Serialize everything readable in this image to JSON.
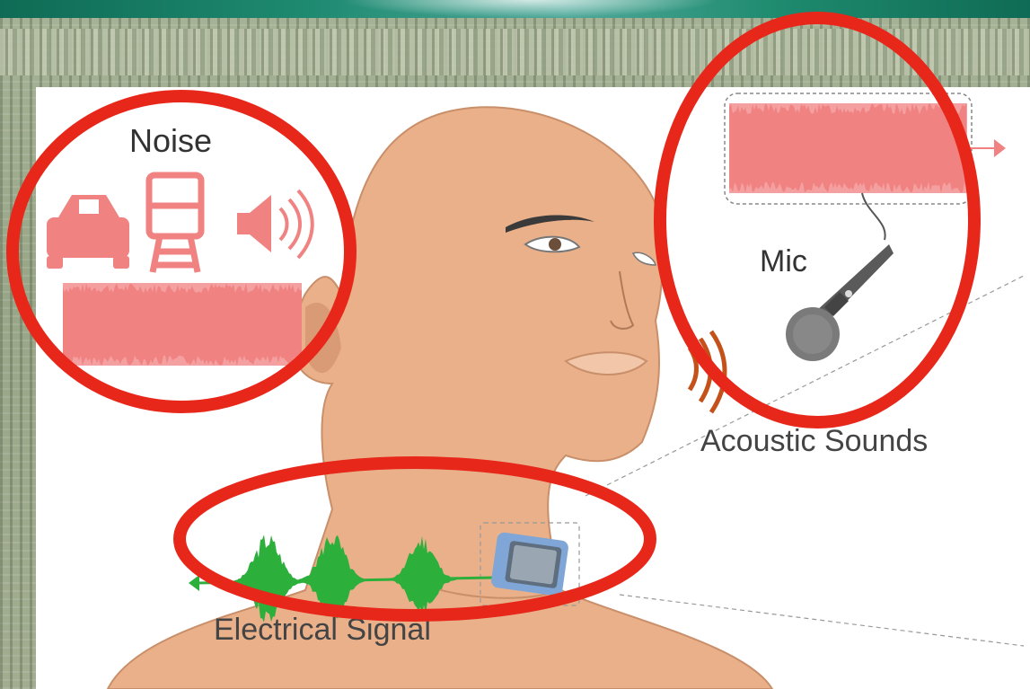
{
  "labels": {
    "noise": "Noise",
    "mic": "Mic",
    "acoustic_sounds": "Acoustic Sounds",
    "electrical_signal": "Electrical Signal"
  },
  "icons": [
    "car-icon",
    "train-icon",
    "speaker-icon",
    "microphone-icon",
    "sensor-patch-icon"
  ],
  "colors": {
    "highlight_circle": "#e8271b",
    "noise_waveform": "#f08282",
    "electrical_waveform": "#2daf3c",
    "sound_waves": "#c4501a",
    "skin": "#e9b08a"
  }
}
